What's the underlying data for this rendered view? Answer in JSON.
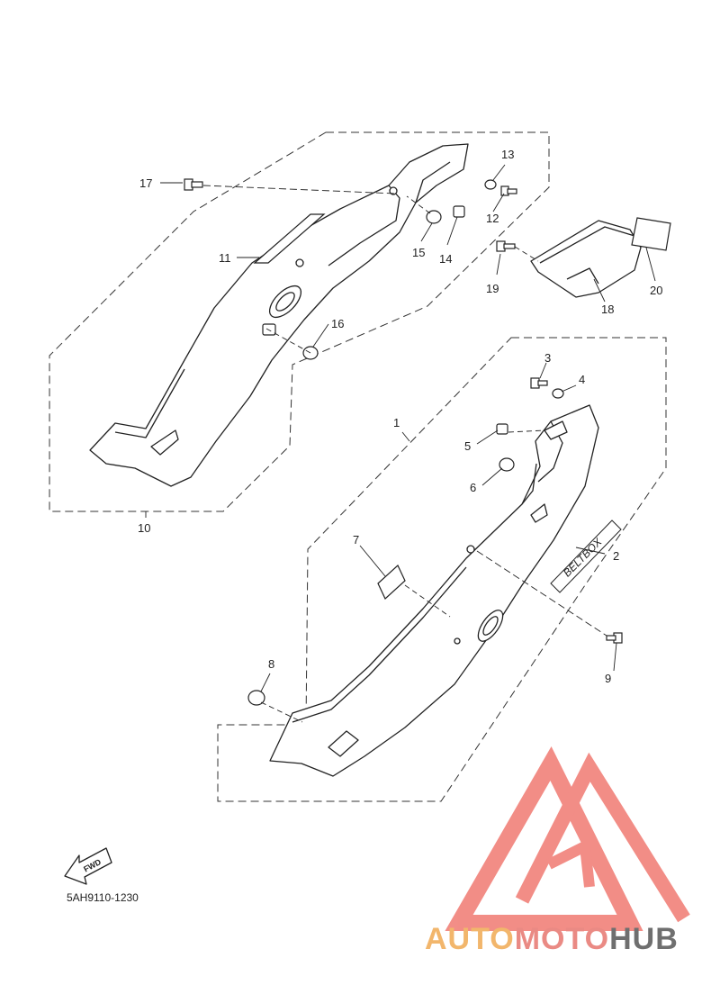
{
  "diagram": {
    "part_code": "5AH9110-1230",
    "fwd_label": "FWD",
    "decal_text": "BELTBOX",
    "callouts": [
      "1",
      "2",
      "3",
      "4",
      "5",
      "6",
      "7",
      "8",
      "9",
      "10",
      "11",
      "12",
      "13",
      "14",
      "15",
      "16",
      "17",
      "18",
      "19",
      "20"
    ]
  },
  "watermark": {
    "part1": "AUTO",
    "part2": "MOTO",
    "part3": "HUB",
    "colors": {
      "auto": "#f2b66c",
      "moto": "#ea8a84",
      "hub": "#6f6f6f",
      "logo": "#f07a72"
    }
  }
}
